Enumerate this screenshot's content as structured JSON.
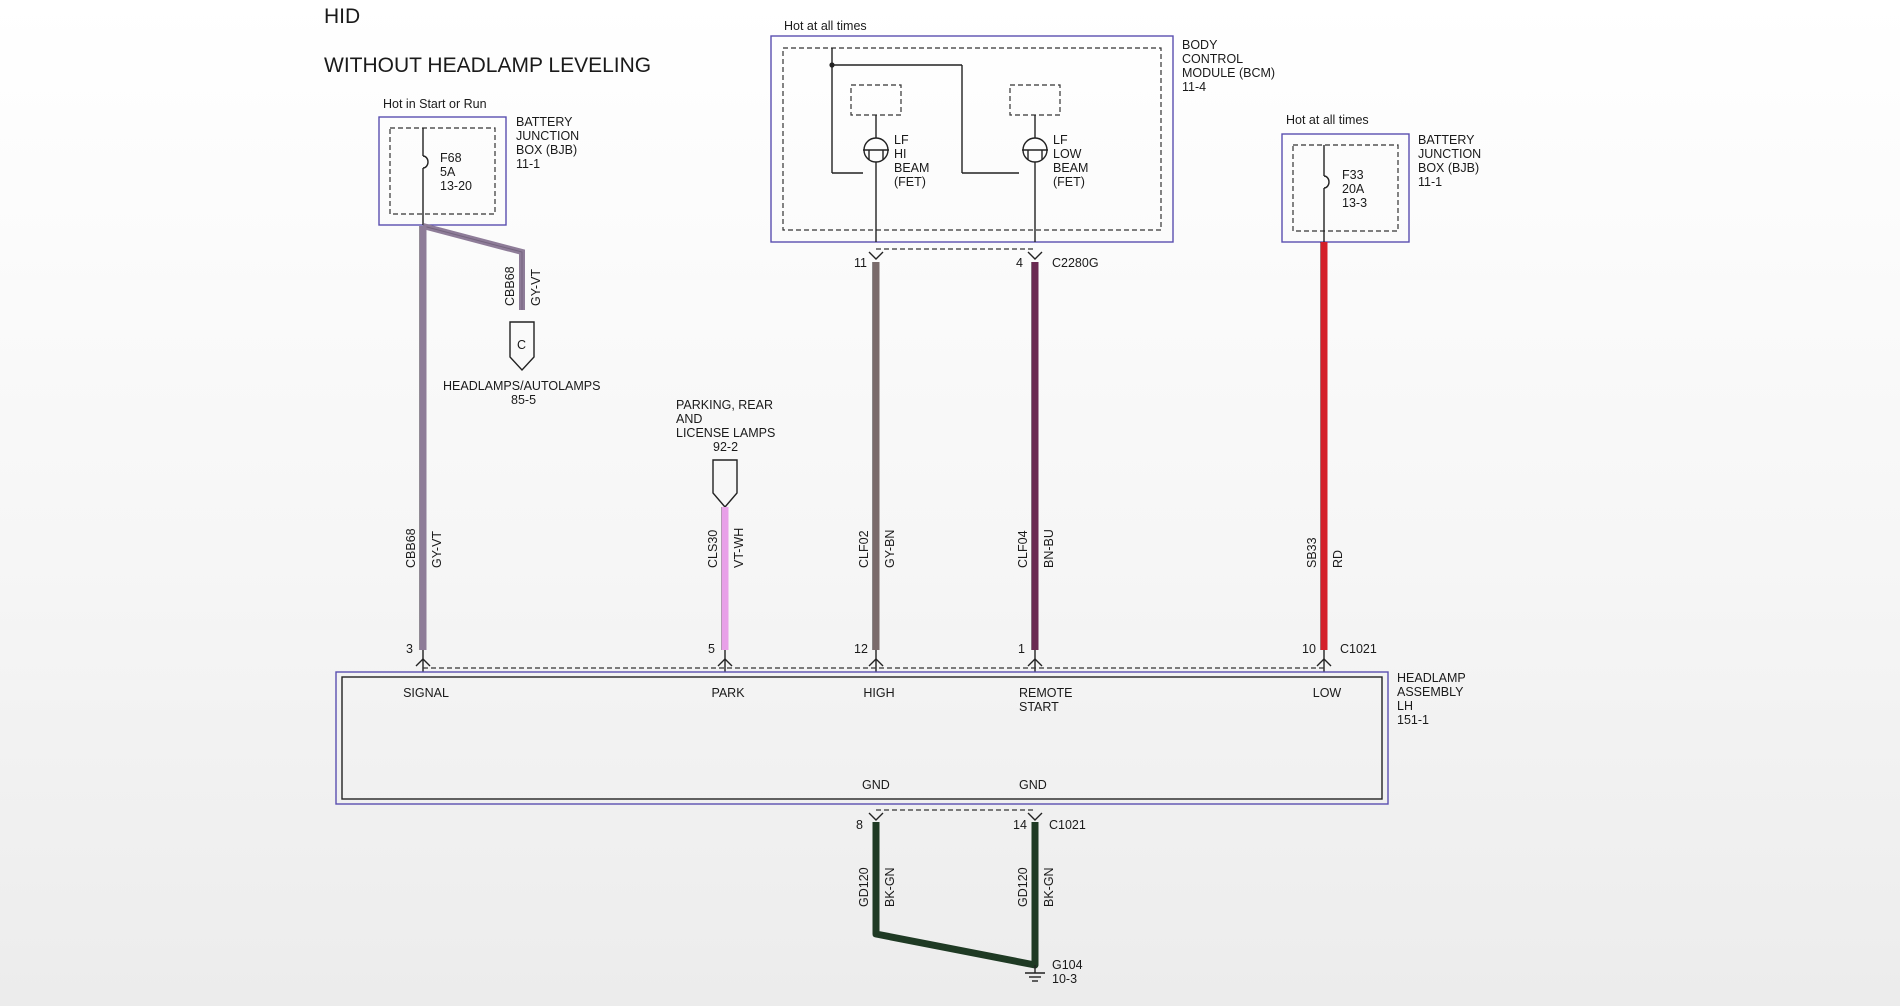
{
  "titles": {
    "line1": "HID",
    "line2": "WITHOUT HEADLAMP LEVELING"
  },
  "bjb_left": {
    "hot_label": "Hot in Start or Run",
    "name": [
      "BATTERY",
      "JUNCTION",
      "BOX (BJB)",
      "11-1"
    ],
    "fuse": [
      "F68",
      "5A",
      "13-20"
    ]
  },
  "branch": {
    "circuit": "CBB68",
    "color": "GY-VT",
    "connector_letter": "C",
    "dest": [
      "HEADLAMPS/AUTOLAMPS",
      "85-5"
    ]
  },
  "park_source": {
    "label": [
      "PARKING, REAR",
      "AND",
      "LICENSE LAMPS",
      "92-2"
    ]
  },
  "bcm": {
    "hot_label": "Hot at all times",
    "name": [
      "BODY",
      "CONTROL",
      "MODULE (BCM)",
      "11-4"
    ],
    "hi_fet": [
      "LF",
      "HI",
      "BEAM",
      "(FET)"
    ],
    "low_fet": [
      "LF",
      "LOW",
      "BEAM",
      "(FET)"
    ],
    "connector": "C2280G",
    "pin_hi": "11",
    "pin_low": "4"
  },
  "bjb_right": {
    "hot_label": "Hot at all times",
    "name": [
      "BATTERY",
      "JUNCTION",
      "BOX (BJB)",
      "11-1"
    ],
    "fuse": [
      "F33",
      "20A",
      "13-3"
    ]
  },
  "wires": [
    {
      "circuit": "CBB68",
      "color": "GY-VT",
      "pin": "3",
      "terminal": "SIGNAL",
      "wire_hex": "#8e7c98"
    },
    {
      "circuit": "CLS30",
      "color": "VT-WH",
      "pin": "5",
      "terminal": "PARK",
      "wire_hex": "#e8a0e8"
    },
    {
      "circuit": "CLF02",
      "color": "GY-BN",
      "pin": "12",
      "terminal": "HIGH",
      "wire_hex": "#7a6b6b"
    },
    {
      "circuit": "CLF04",
      "color": "BN-BU",
      "pin": "1",
      "terminal": "REMOTE START",
      "wire_hex": "#6a2a52"
    },
    {
      "circuit": "SB33",
      "color": "RD",
      "pin": "10",
      "terminal": "LOW",
      "wire_hex": "#d4202a"
    }
  ],
  "headlamp": {
    "connector": "C1021",
    "name": [
      "HEADLAMP",
      "ASSEMBLY",
      "LH",
      "151-1"
    ],
    "gnd1": "GND",
    "gnd2": "GND"
  },
  "ground": {
    "pin_a": "8",
    "pin_b": "14",
    "connector": "C1021",
    "circuit": "GD120",
    "color": "BK-GN",
    "wire_hex": "#1f3a24",
    "point": [
      "G104",
      "10-3"
    ]
  }
}
